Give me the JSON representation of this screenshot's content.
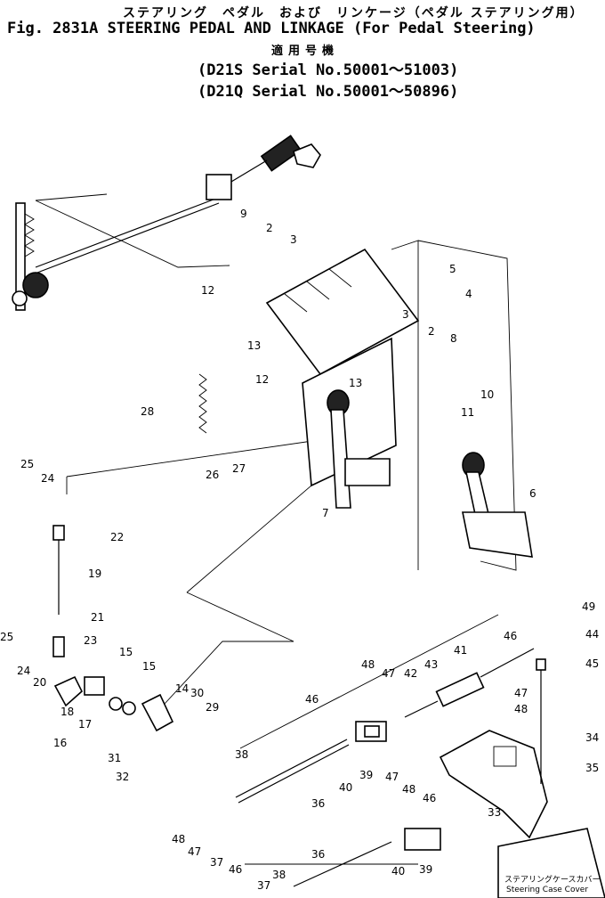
{
  "header": {
    "jp_title": "ステアリング　ペダル　および　リンケージ（ペダル ステアリング用）",
    "fig_label": "Fig. 2831A",
    "en_title": "STEERING PEDAL AND LINKAGE",
    "en_sub": "(For Pedal Steering)",
    "jp_applic": "適用号機",
    "serial_1": "(D21S  Serial No.50001～51003)",
    "serial_2": "(D21Q  Serial No.50001～50896)"
  },
  "callouts": [
    "9",
    "2",
    "3",
    "5",
    "4",
    "12",
    "3",
    "2",
    "8",
    "13",
    "12",
    "13",
    "10",
    "11",
    "28",
    "27",
    "26",
    "6",
    "7",
    "25",
    "24",
    "22",
    "19",
    "21",
    "25",
    "24",
    "20",
    "23",
    "15",
    "15",
    "14",
    "30",
    "18",
    "17",
    "16",
    "31",
    "32",
    "29",
    "38",
    "49",
    "46",
    "44",
    "45",
    "41",
    "48",
    "47",
    "42",
    "43",
    "46",
    "47",
    "48",
    "40",
    "39",
    "47",
    "48",
    "46",
    "34",
    "35",
    "36",
    "48",
    "47",
    "37",
    "46",
    "33",
    "38",
    "36",
    "40",
    "39",
    "37"
  ],
  "cover_label_jp": "ステアリングケースカバー",
  "cover_label_en": "Steering Case Cover"
}
